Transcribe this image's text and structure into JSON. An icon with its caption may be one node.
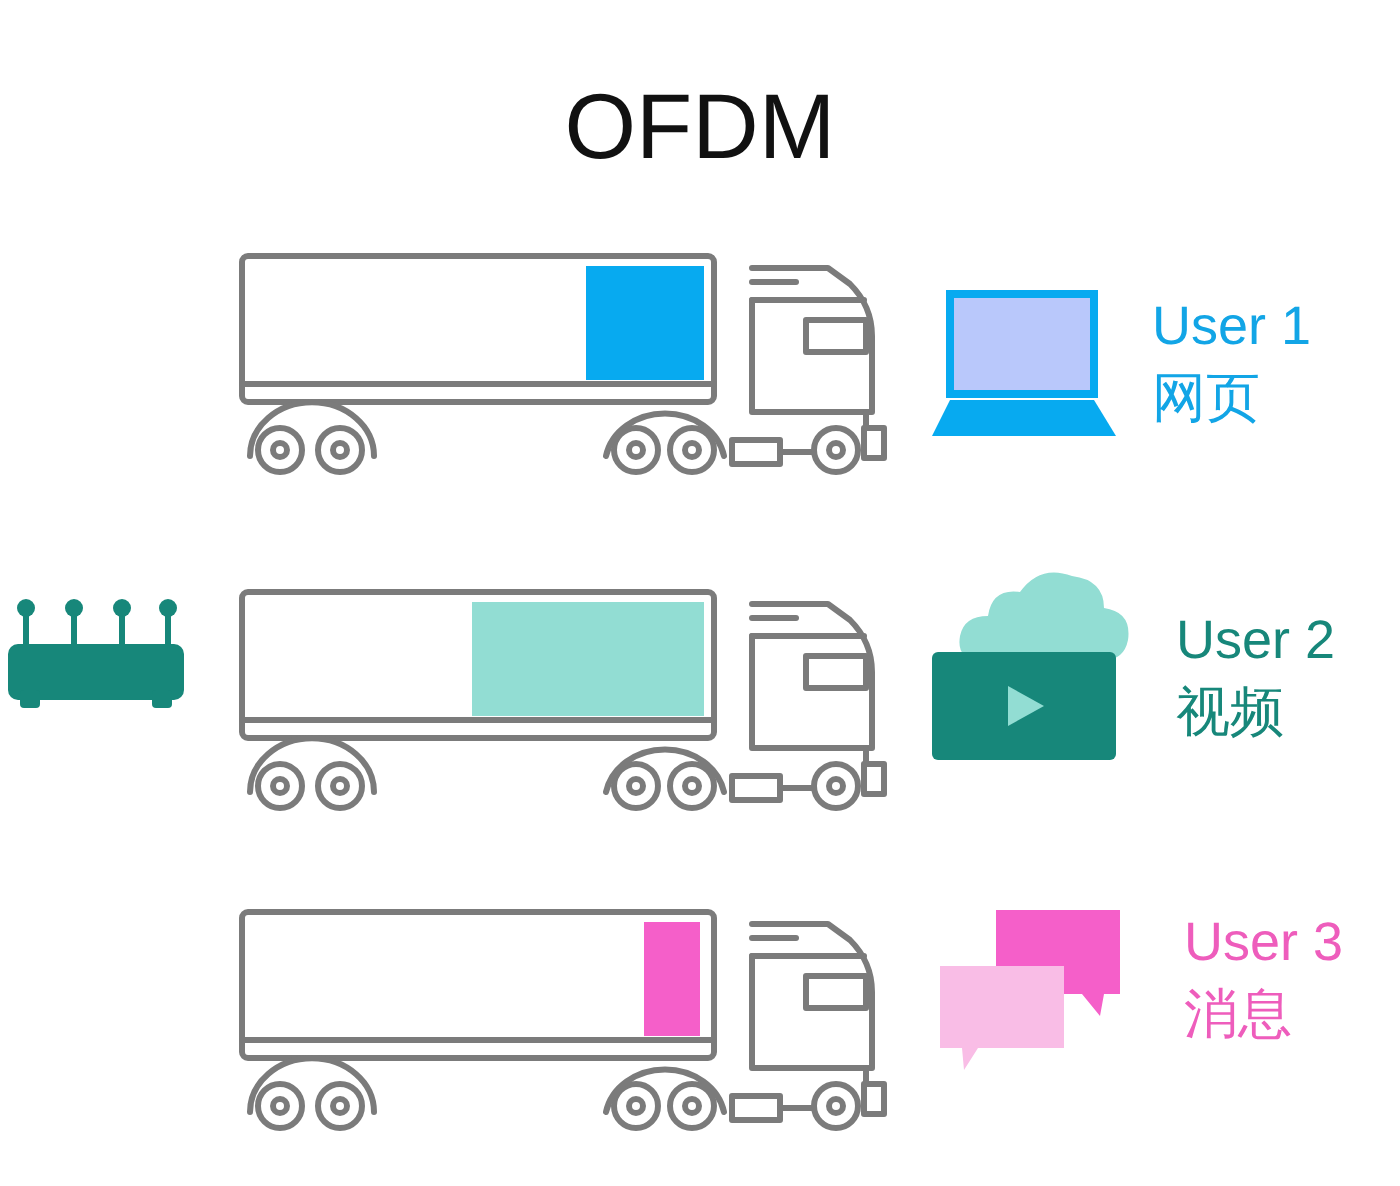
{
  "diagram": {
    "title": "OFDM",
    "labels": [
      "User 1",
      "网页",
      "User 2",
      "视频",
      "User 3",
      "消息"
    ]
  }
}
